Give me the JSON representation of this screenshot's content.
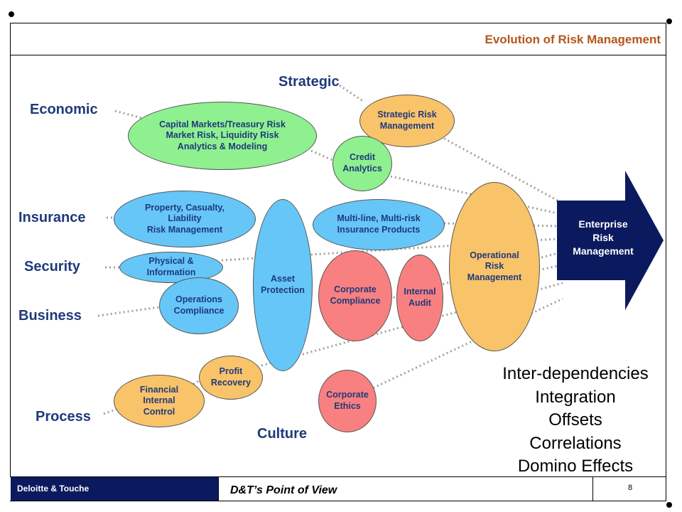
{
  "header": {
    "title": "Evolution of Risk Management"
  },
  "categories": {
    "strategic": "Strategic",
    "economic": "Economic",
    "insurance": "Insurance",
    "security": "Security",
    "business": "Business",
    "process": "Process",
    "culture": "Culture"
  },
  "nodes": {
    "capital_markets": "Capital Markets/Treasury Risk\nMarket Risk, Liquidity Risk\nAnalytics & Modeling",
    "strategic_risk": "Strategic Risk\nManagement",
    "credit_analytics": "Credit\nAnalytics",
    "property_casualty": "Property, Casualty,\nLiability\nRisk Management",
    "physical_info": "Physical &\nInformation",
    "operations_compliance": "Operations\nCompliance",
    "asset_protection": "Asset\nProtection",
    "multiline": "Multi-line, Multi-risk\nInsurance Products",
    "corporate_compliance": "Corporate\nCompliance",
    "internal_audit": "Internal\nAudit",
    "operational_risk": "Operational\nRisk\nManagement",
    "profit_recovery": "Profit\nRecovery",
    "financial_internal": "Financial\nInternal\nControl",
    "corporate_ethics": "Corporate\nEthics",
    "enterprise_risk": "Enterprise\nRisk\nManagement"
  },
  "concepts": [
    "Inter-dependencies",
    "Integration",
    "Offsets",
    "Correlations",
    "Domino Effects"
  ],
  "footer": {
    "company": "Deloitte & Touche",
    "tagline": "D&T’s Point of View",
    "page_number": "8"
  },
  "colors": {
    "green": "#8ff08f",
    "blue": "#66c6f7",
    "orange": "#f9c36a",
    "red": "#f98080",
    "navy": "#0b1a5e",
    "title": "#b5561b",
    "category": "#1f3a7a"
  }
}
